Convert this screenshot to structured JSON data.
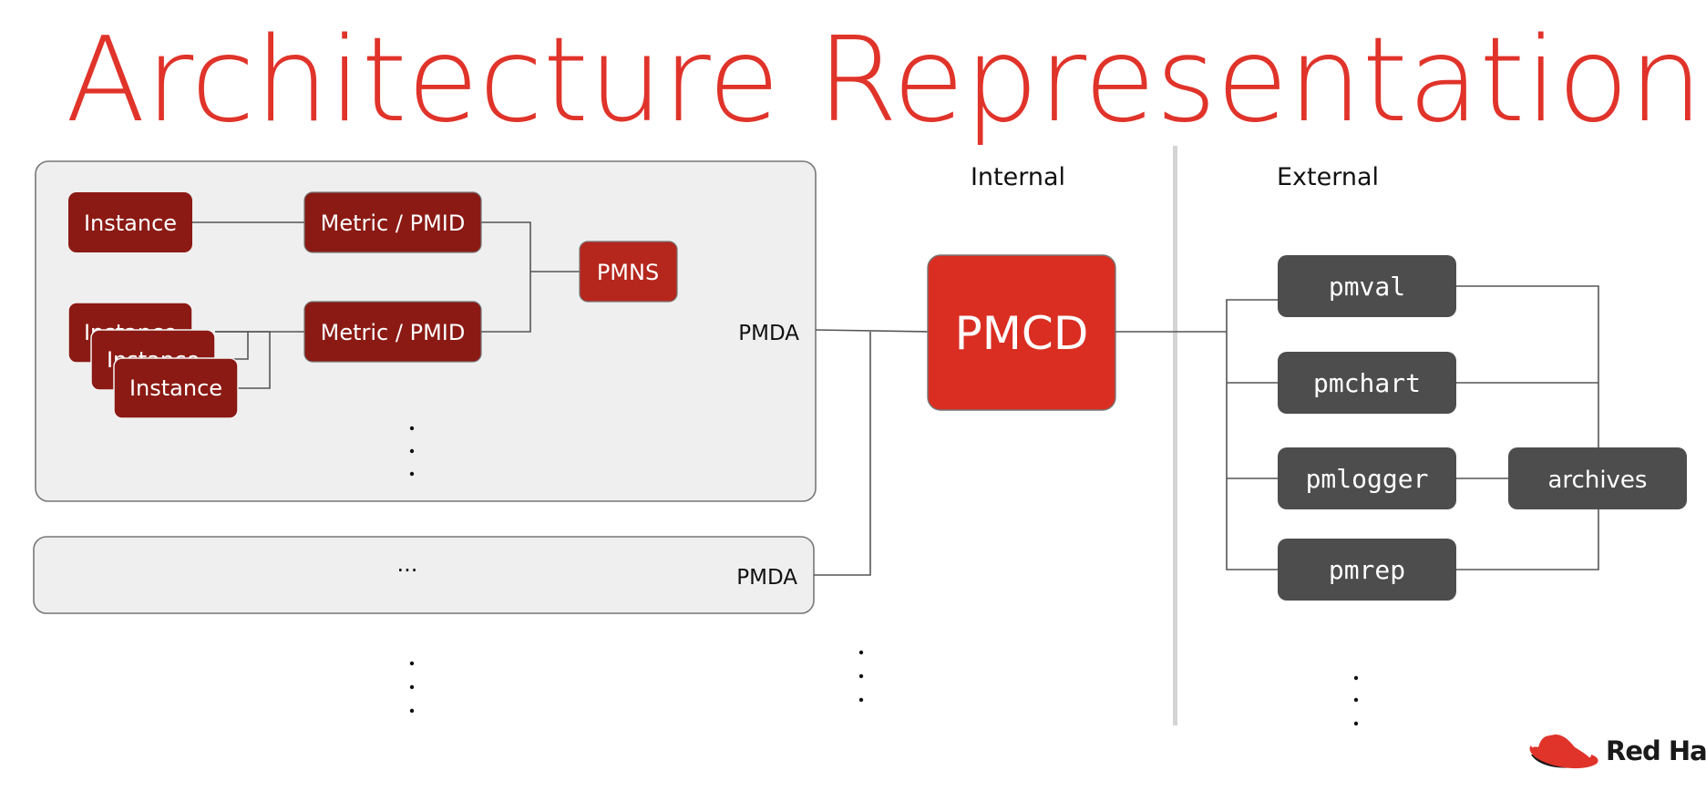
{
  "title": "Architecture Representation",
  "labels": {
    "internal": "Internal",
    "external": "External",
    "pmda": "PMDA",
    "pmda_2": "PMDA",
    "ellipsis": "···"
  },
  "boxes": {
    "instance_single": "Instance",
    "instance_stack": [
      "Instance",
      "Instance",
      "Instance"
    ],
    "metric_1": "Metric / PMID",
    "metric_2": "Metric / PMID",
    "pmns": "PMNS",
    "pmcd": "PMCD",
    "pmval": "pmval",
    "pmchart": "pmchart",
    "pmlogger": "pmlogger",
    "pmrep": "pmrep",
    "archives": "archives"
  },
  "logo": {
    "text": "Red Hat",
    "icon": "red-hat-fedora-icon"
  },
  "colors": {
    "title_red": "#e0332a",
    "dark_red": "#8b1a14",
    "pmns_red": "#b5261d",
    "pmcd_red": "#da2e22",
    "tool_gray": "#4d4d4d",
    "panel_gray": "#efefef",
    "divider_gray": "#d4d4d4"
  }
}
